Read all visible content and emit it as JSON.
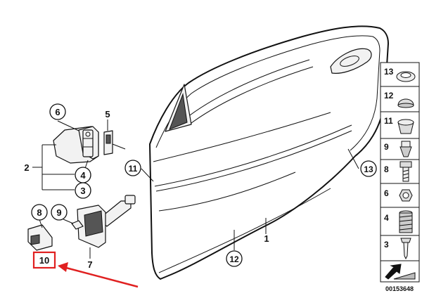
{
  "diagram": {
    "callouts": {
      "c6": "6",
      "c5": "5",
      "c2": "2",
      "c4": "4",
      "c3": "3",
      "c8": "8",
      "c9": "9",
      "c7": "7",
      "c10": "10",
      "c11": "11",
      "c1": "1",
      "c12": "12",
      "c13": "13"
    },
    "side_panel": {
      "items": [
        "13",
        "12",
        "11",
        "9",
        "8",
        "6",
        "4",
        "3"
      ]
    },
    "reference_number": "00153648",
    "highlight_color": "#e02020"
  }
}
